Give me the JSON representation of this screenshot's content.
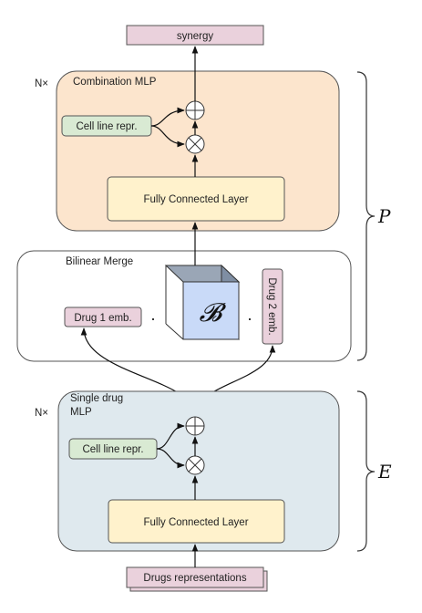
{
  "output_label": "synergy",
  "input_label": "Drugs  representations",
  "combination_mlp": {
    "repeat_label": "N×",
    "title": "Combination MLP",
    "cell_line_label": "Cell line repr.",
    "fc_label": "Fully Connected Layer",
    "multiply_icon": "multiply-circle-icon",
    "add_icon": "add-circle-icon"
  },
  "bilinear_merge": {
    "title": "Bilinear Merge",
    "drug1_label": "Drug 1 emb.",
    "drug2_label": "Drug 2 emb.",
    "tensor_symbol": "𝓑",
    "dot": "·"
  },
  "single_drug_mlp": {
    "repeat_label": "N×",
    "title_line1": "Single drug",
    "title_line2": "MLP",
    "cell_line_label": "Cell line repr.",
    "fc_label": "Fully Connected Layer",
    "multiply_icon": "multiply-circle-icon",
    "add_icon": "add-circle-icon"
  },
  "brace_labels": {
    "predictor": "P",
    "encoder": "E"
  },
  "colors": {
    "pink_box": "#ead1dc",
    "peach_panel": "#fce5cd",
    "blue_panel": "#dfe9ee",
    "yellow_box": "#fff2cc",
    "green_box": "#d9ead3",
    "cube_front": "#c9daf8",
    "cube_side": "#7f8ea3",
    "cube_top": "#9aa6b6"
  }
}
